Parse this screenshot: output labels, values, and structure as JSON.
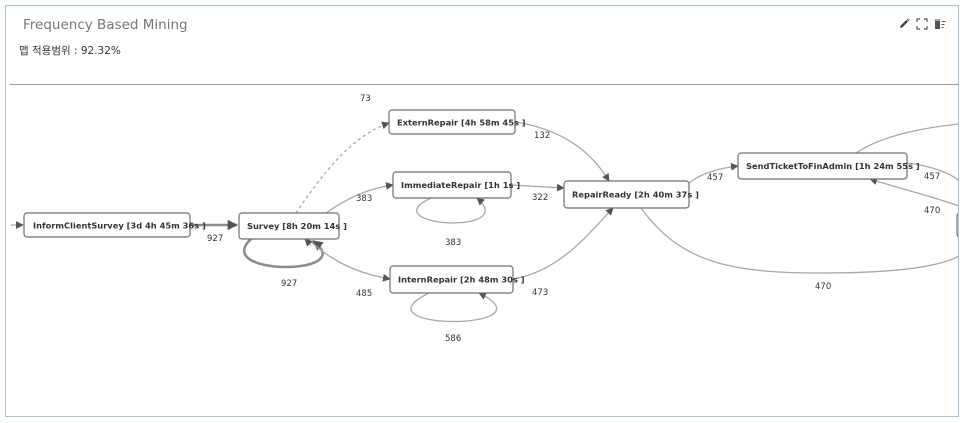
{
  "panel": {
    "title": "Frequency Based Mining",
    "coverage": "맵 적용범위 : 92.32%"
  },
  "toolbar": {
    "edit_icon": "pencil-icon",
    "fullscreen_icon": "expand-icon",
    "menu_icon": "trash-list-icon"
  },
  "graph": {
    "nodes": {
      "inform": "InformClientSurvey [3d 4h 45m 36s ]",
      "survey": "Survey [8h 20m 14s ]",
      "extern": "ExternRepair [4h 58m 45s ]",
      "immediate": "ImmediateRepair [1h 1s ]",
      "intern": "InternRepair [2h 48m 30s ]",
      "ready": "RepairReady [2h 40m 37s ]",
      "send": "SendTicketToFinAdmin [1h 24m 55s ]"
    },
    "edge_labels": {
      "inform_survey": "927",
      "survey_loop": "927",
      "survey_extern": "73",
      "survey_immediate": "383",
      "survey_intern": "485",
      "immediate_loop": "383",
      "intern_loop": "586",
      "extern_ready": "132",
      "immediate_ready": "322",
      "intern_ready": "473",
      "ready_send": "457",
      "send_out": "457",
      "back_send": "470",
      "ready_out": "470"
    }
  }
}
